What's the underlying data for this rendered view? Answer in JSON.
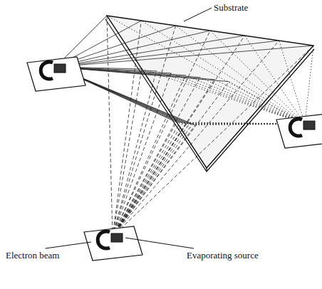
{
  "diagram": {
    "labels": [
      "Substrate",
      "Electron beam",
      "Evaporating source"
    ]
  }
}
